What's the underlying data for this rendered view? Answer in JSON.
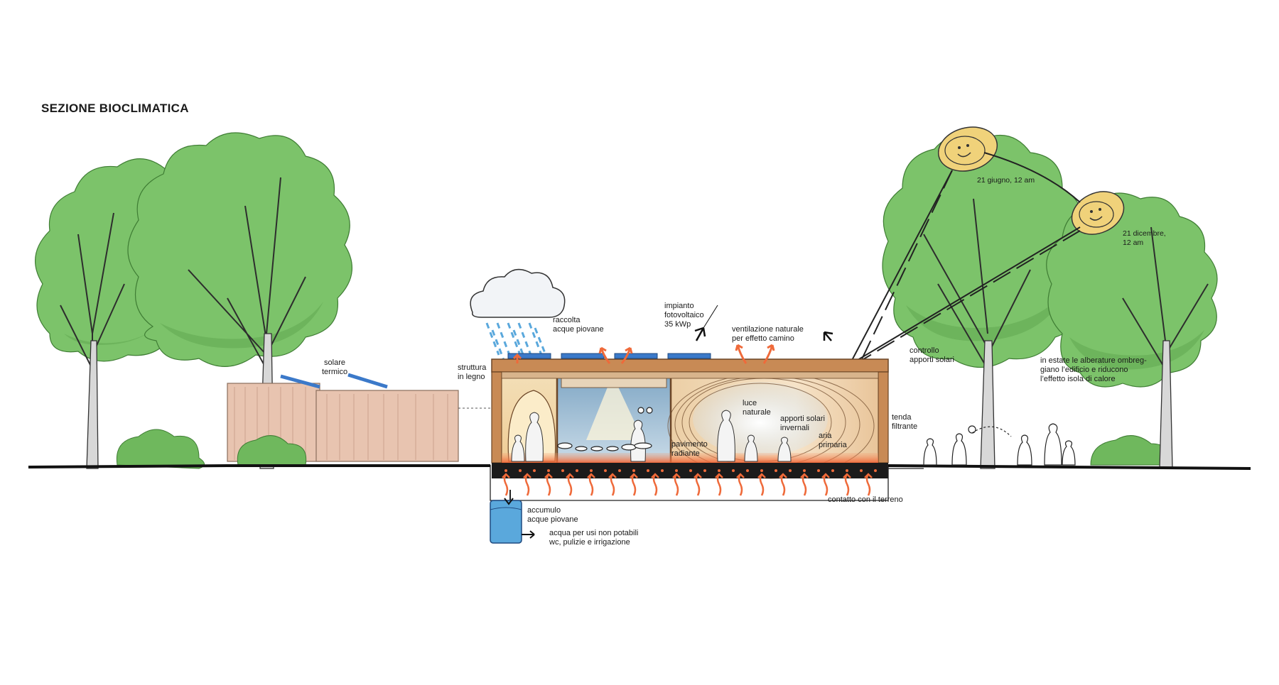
{
  "title": "SEZIONE BIOCLIMATICA",
  "labels": {
    "solare_termico": "solare\ntermico",
    "struttura_legno": "struttura\nin legno",
    "raccolta_acque": "raccolta\nacque piovane",
    "fotovoltaico": "impianto\nfotovoltaico\n35 kWp",
    "ventilazione": "ventilazione naturale\nper effetto camino",
    "controllo_apporti": "controllo\napporti solari",
    "alberature": "in estate le alberature ombreg-\ngiano l’edificio e riducono\nl’effetto isola di calore",
    "sole_giugno": "21 giugno, 12 am",
    "sole_dicembre": "21 dicembre,\n12 am",
    "luce_naturale": "luce\nnaturale",
    "apporti_invernali": "apporti solari\ninvernali",
    "aria_primaria": "aria\nprimaria",
    "pavimento_radiante": "pavimento\nradiante",
    "tenda_filtrante": "tenda\nfiltrante",
    "contatto_terreno": "contatto con il terreno",
    "accumulo": "accumulo\nacque piovane",
    "acqua_usi": "acqua per usi non potabili\nwc, pulizie e irrigazione"
  },
  "colors": {
    "foliage": "#7cc36a",
    "foliage_dark": "#5aa24c",
    "wall_pink": "#e8c4b0",
    "wood": "#c88a55",
    "floor_heat": "#ef6a3a",
    "water": "#5aa8dc",
    "cloud": "#f2f4f7",
    "sun": "#f0d27a",
    "ground": "#111111"
  }
}
